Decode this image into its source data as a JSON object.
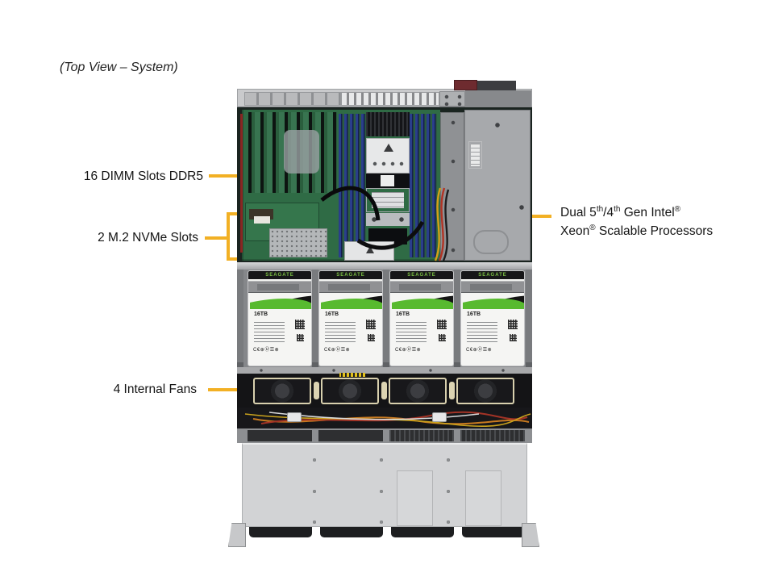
{
  "page": {
    "title": "(Top View – System)"
  },
  "colors": {
    "accent": "#F2B024",
    "pcb_green": "#2f6b45",
    "dimm_blue": "#2a3e8c",
    "seagate_green": "#58ba2f"
  },
  "callouts": {
    "dimm": {
      "label": "16 DIMM Slots DDR5"
    },
    "m2": {
      "label": "2 M.2 NVMe Slots"
    },
    "fans": {
      "label": "4 Internal Fans"
    },
    "cpu": {
      "line1_part1": "Dual 5",
      "line1_sup1": "th",
      "line1_part2": "/4",
      "line1_sup2": "th",
      "line1_part3": " Gen Intel",
      "line1_sup3": "®",
      "line2_part1": "Xeon",
      "line2_sup1": "®",
      "line2_part2": " Scalable Processors"
    }
  },
  "server": {
    "drives": [
      {
        "brand": "SEAGATE",
        "capacity": "16TB",
        "cert_text": "C€⊕Ⓤ☰⊗"
      },
      {
        "brand": "SEAGATE",
        "capacity": "16TB",
        "cert_text": "C€⊕Ⓤ☰⊗"
      },
      {
        "brand": "SEAGATE",
        "capacity": "16TB",
        "cert_text": "C€⊕Ⓤ☰⊗"
      },
      {
        "brand": "SEAGATE",
        "capacity": "16TB",
        "cert_text": "C€⊕Ⓤ☰⊗"
      }
    ]
  }
}
